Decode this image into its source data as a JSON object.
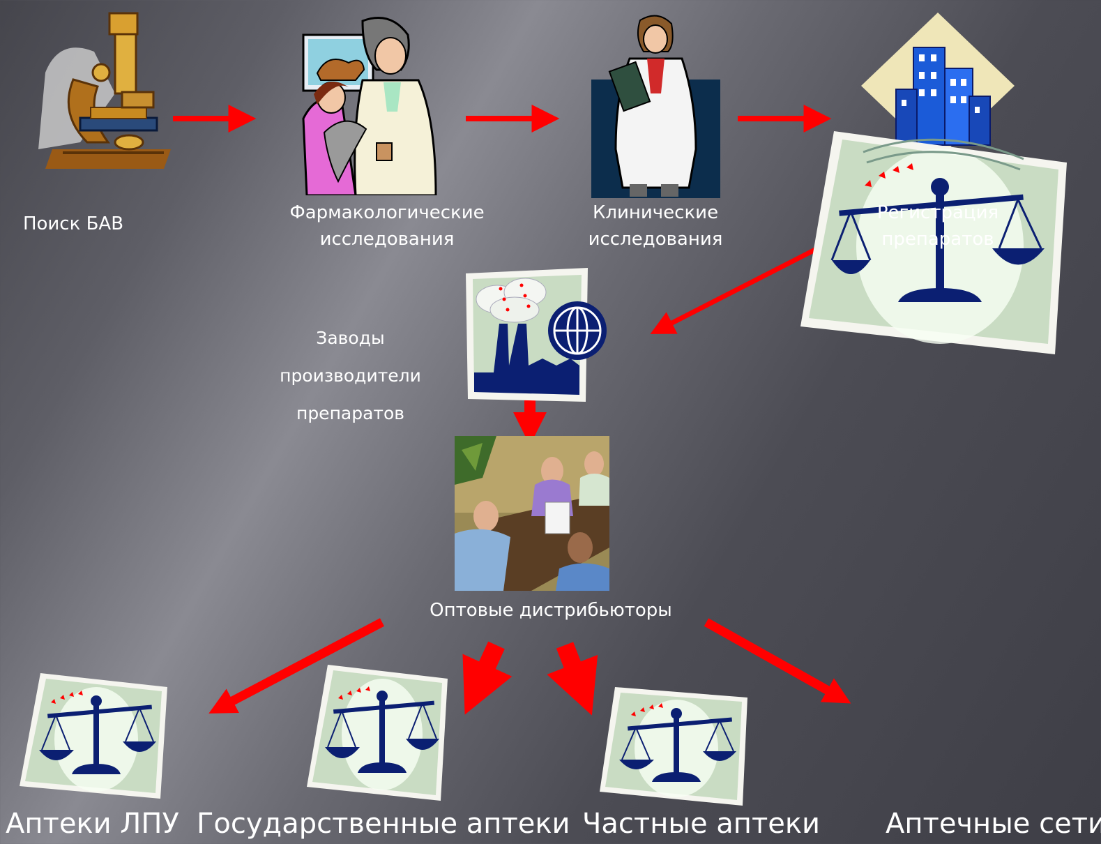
{
  "stages": {
    "search": "Поиск БАВ",
    "pharm": [
      "Фармакологические",
      "исследования"
    ],
    "clinical": [
      "Клинические",
      "исследования"
    ],
    "registration": [
      "Регистрация",
      "препаратов"
    ]
  },
  "manufacturers": [
    "Заводы",
    "производители",
    "препаратов"
  ],
  "distributors": "Оптовые дистрибьюторы",
  "outlets": {
    "hospital": "Аптеки ЛПУ",
    "state": "Государственные аптеки",
    "private": "Частные аптеки",
    "chains": "Аптечные сети"
  },
  "colors": {
    "arrow": "#ff0000",
    "navy": "#0b1f72",
    "certificate": "#c9dcc3"
  },
  "icons": [
    "microscope-icon",
    "veterinarian-icon",
    "doctor-icon",
    "registry-building-icon",
    "scales-icon",
    "factory-icon",
    "meeting-icon"
  ]
}
